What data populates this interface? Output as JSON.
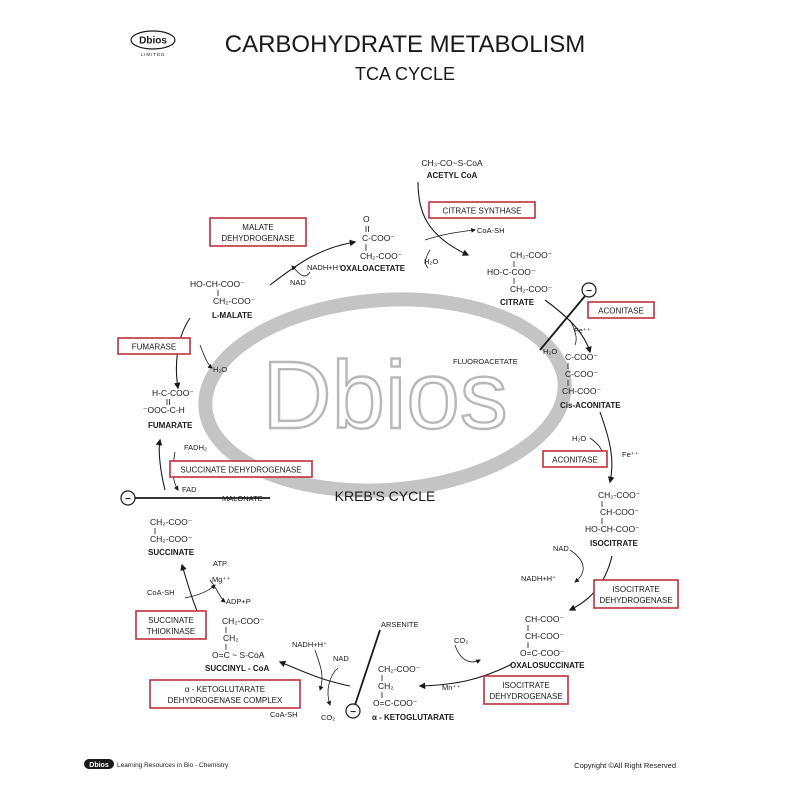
{
  "header": {
    "logo_text": "Dbios",
    "logo_sub": "LIMITED",
    "title": "CARBOHYDRATE METABOLISM",
    "subtitle": "TCA CYCLE"
  },
  "watermark": "Dbios",
  "center_label": "KREB'S CYCLE",
  "metabolites": {
    "acetyl_coa": {
      "formula": [
        "CH₃-CO~S-CoA"
      ],
      "name": "ACETYL CoA"
    },
    "oxaloacetate": {
      "formula": [
        "O",
        "C-COO⁻",
        "CH₂-COO⁻"
      ],
      "name": "OXALOACETATE"
    },
    "citrate": {
      "formula": [
        "CH₂-COO⁻",
        "HO-C-COO⁻",
        "CH₂-COO⁻"
      ],
      "name": "CITRATE"
    },
    "cis_aconitate": {
      "formula": [
        "C-COO⁻",
        "C-COO⁻",
        "CH-COO⁻"
      ],
      "name": "Cis-ACONITATE"
    },
    "isocitrate": {
      "formula": [
        "CH₂-COO⁻",
        "CH-COO⁻",
        "HO-CH-COO⁻"
      ],
      "name": "ISOCITRATE"
    },
    "oxalosuccinate": {
      "formula": [
        "CH-COO⁻",
        "CH-COO⁻",
        "O=C-COO⁻"
      ],
      "name": "OXALOSUCCINATE"
    },
    "alpha_kg": {
      "formula": [
        "CH₂-COO⁻",
        "CH₂",
        "O=C-COO⁻"
      ],
      "name": "α - KETOGLUTARATE"
    },
    "succinyl_coa": {
      "formula": [
        "CH₂-COO⁻",
        "CH₂",
        "O=C ~ S-CoA"
      ],
      "name": "SUCCINYL - CoA"
    },
    "succinate": {
      "formula": [
        "CH₂-COO⁻",
        "CH₂-COO⁻"
      ],
      "name": "SUCCINATE"
    },
    "fumarate": {
      "formula": [
        "H-C-COO⁻",
        "⁻OOC-C-H"
      ],
      "name": "FUMARATE"
    },
    "malate": {
      "formula": [
        "HO-CH-COO⁻",
        "CH₂-COO⁻"
      ],
      "name": "L-MALATE"
    }
  },
  "enzymes": {
    "citrate_synthase": [
      "CITRATE SYNTHASE"
    ],
    "aconitase_1": [
      "ACONITASE"
    ],
    "aconitase_2": [
      "ACONITASE"
    ],
    "isocitrate_dh_1": [
      "ISOCITRATE",
      "DEHYDROGENASE"
    ],
    "isocitrate_dh_2": [
      "ISOCITRATE",
      "DEHYDROGENASE"
    ],
    "akg_dh_complex": [
      "α - KETOGLUTARATE",
      "DEHYDROGENASE COMPLEX"
    ],
    "succinate_thiokinase": [
      "SUCCINATE",
      "THIOKINASE"
    ],
    "succinate_dh": [
      "SUCCINATE DEHYDROGENASE"
    ],
    "fumarase": [
      "FUMARASE"
    ],
    "malate_dh": [
      "MALATE",
      "DEHYDROGENASE"
    ]
  },
  "cofactors": {
    "coa_sh_top": "CoA-SH",
    "h2o_citrate": "H₂O",
    "fe_1": "Fe⁺⁺",
    "h2o_aconitate_1": "H₂O",
    "h2o_aconitate_2": "H₂O",
    "fe_2": "Fe⁺⁺",
    "nad_isocitrate": "NAD",
    "nadh_isocitrate": "NADH+H⁺",
    "co2_oxalo": "CO₂",
    "mn": "Mn⁺⁺",
    "nadh_akg": "NADH+H⁺",
    "nad_akg": "NAD",
    "coa_sh_akg": "CoA-SH",
    "co2_akg": "CO₂",
    "atp": "ATP",
    "mg": "Mg⁺⁺",
    "coa_sh_succ": "CoA-SH",
    "adp": "ADP+P",
    "fadh2": "FADH₂",
    "fad": "FAD",
    "h2o_fumarase": "H₂O",
    "nadh_malate": "NADH+H⁺",
    "nad_malate": "NAD"
  },
  "inhibitors": {
    "fluoroacetate": "FLUOROACETATE",
    "malonate": "MALONATE",
    "arsenite": "ARSENITE",
    "minus_sign": "−"
  },
  "footer": {
    "left_logo": "Dbios",
    "left_text": "Learning Resources in Bio - Chemistry",
    "right_text": "Copyright ©All Right Reserved"
  },
  "colors": {
    "enzyme_border": "#c0303c",
    "watermark": "#b8b8b8",
    "ink": "#1a1a1a"
  }
}
